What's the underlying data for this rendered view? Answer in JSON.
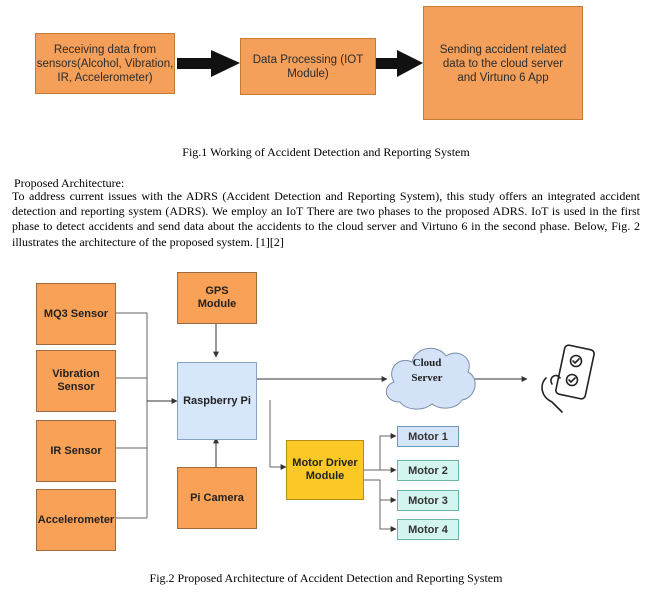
{
  "fig1": {
    "boxes": [
      {
        "label": "Receiving data from sensors(Alcohol, Vibration, IR, Accelerometer)"
      },
      {
        "label": "Data Processing (IOT Module)"
      },
      {
        "label": "Sending accident related data to the cloud server and Virtuno 6 App"
      }
    ],
    "caption": "Fig.1 Working of Accident Detection and Reporting System"
  },
  "section": {
    "heading": "Proposed Architecture:",
    "paragraph": "To address current issues with the ADRS (Accident Detection and Reporting System), this study offers an integrated accident detection and reporting system (ADRS). We employ an IoT There are two phases to the proposed ADRS. IoT is used in the first phase to detect accidents and send data about the accidents to the cloud server and Virtuno 6 in the second phase. Below, Fig. 2 illustrates the architecture of the proposed system. [1][2]"
  },
  "fig2": {
    "sensors": [
      "MQ3 Sensor",
      "Vibration Sensor",
      "IR Sensor",
      "Accelerometer"
    ],
    "gps": "GPS Module",
    "raspberry": "Raspberry Pi",
    "camera": "Pi Camera",
    "cloud": "Cloud Server",
    "motor_driver": "Motor Driver Module",
    "motors": [
      "Motor 1",
      "Motor 2",
      "Motor 3",
      "Motor 4"
    ],
    "phone_icon": "smartphone-checklist-icon",
    "caption": "Fig.2 Proposed Architecture of Accident Detection and Reporting System"
  }
}
